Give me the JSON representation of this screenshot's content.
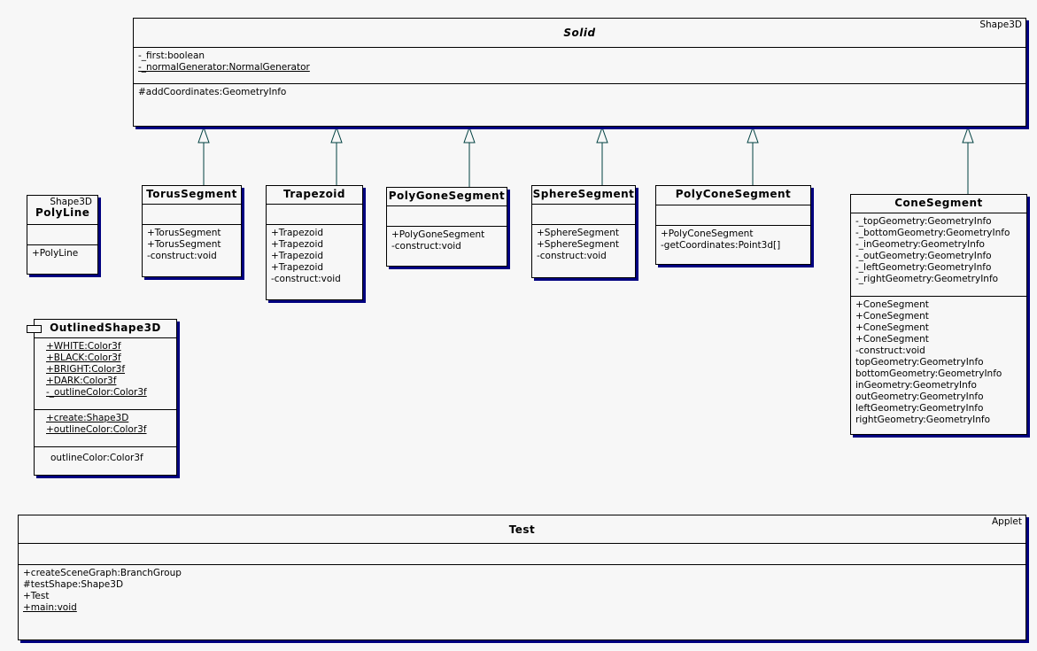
{
  "classes": [
    {
      "id": "solid",
      "name": "Solid",
      "italic": true,
      "stereotype": "Shape3D",
      "attributes": [
        {
          "text": "-_first:boolean",
          "static": false
        },
        {
          "text": "-_normalGenerator:NormalGenerator",
          "static": true
        }
      ],
      "operations": [
        {
          "text": "#addCoordinates:GeometryInfo",
          "static": false
        }
      ]
    },
    {
      "id": "torus-segment",
      "name": "TorusSegment",
      "attributes": [],
      "operations": [
        {
          "text": "+TorusSegment"
        },
        {
          "text": "+TorusSegment"
        },
        {
          "text": "-construct:void"
        }
      ]
    },
    {
      "id": "trapezoid",
      "name": "Trapezoid",
      "attributes": [],
      "operations": [
        {
          "text": "+Trapezoid"
        },
        {
          "text": "+Trapezoid"
        },
        {
          "text": "+Trapezoid"
        },
        {
          "text": "+Trapezoid"
        },
        {
          "text": "-construct:void"
        }
      ]
    },
    {
      "id": "poly-gone-segment",
      "name": "PolyGoneSegment",
      "attributes": [],
      "operations": [
        {
          "text": "+PolyGoneSegment"
        },
        {
          "text": "-construct:void"
        }
      ]
    },
    {
      "id": "sphere-segment",
      "name": "SphereSegment",
      "attributes": [],
      "operations": [
        {
          "text": "+SphereSegment"
        },
        {
          "text": "+SphereSegment"
        },
        {
          "text": "-construct:void"
        }
      ]
    },
    {
      "id": "poly-cone-segment",
      "name": "PolyConeSegment",
      "attributes": [],
      "operations": [
        {
          "text": "+PolyConeSegment"
        },
        {
          "text": "-getCoordinates:Point3d[]"
        }
      ]
    },
    {
      "id": "cone-segment",
      "name": "ConeSegment",
      "attributes": [
        {
          "text": "-_topGeometry:GeometryInfo"
        },
        {
          "text": "-_bottomGeometry:GeometryInfo"
        },
        {
          "text": "-_inGeometry:GeometryInfo"
        },
        {
          "text": "-_outGeometry:GeometryInfo"
        },
        {
          "text": "-_leftGeometry:GeometryInfo"
        },
        {
          "text": "-_rightGeometry:GeometryInfo"
        }
      ],
      "operations": [
        {
          "text": "+ConeSegment"
        },
        {
          "text": "+ConeSegment"
        },
        {
          "text": "+ConeSegment"
        },
        {
          "text": "+ConeSegment"
        },
        {
          "text": "-construct:void"
        },
        {
          "text": "topGeometry:GeometryInfo"
        },
        {
          "text": "bottomGeometry:GeometryInfo"
        },
        {
          "text": "inGeometry:GeometryInfo"
        },
        {
          "text": "outGeometry:GeometryInfo"
        },
        {
          "text": "leftGeometry:GeometryInfo"
        },
        {
          "text": "rightGeometry:GeometryInfo"
        }
      ]
    },
    {
      "id": "poly-line",
      "name": "PolyLine",
      "stereotype": "Shape3D",
      "attributes": [],
      "operations": [
        {
          "text": "+PolyLine"
        }
      ]
    },
    {
      "id": "outlined-shape3d",
      "name": "OutlinedShape3D",
      "interface": true,
      "attributes": [
        {
          "text": "+WHITE:Color3f",
          "static": true
        },
        {
          "text": "+BLACK:Color3f",
          "static": true
        },
        {
          "text": "+BRIGHT:Color3f",
          "static": true
        },
        {
          "text": "+DARK:Color3f",
          "static": true
        },
        {
          "text": "-_outlineColor:Color3f",
          "static": true
        }
      ],
      "operations": [
        {
          "text": "+create:Shape3D",
          "static": true
        },
        {
          "text": "+outlineColor:Color3f",
          "static": true
        }
      ],
      "properties": [
        {
          "text": "outlineColor:Color3f"
        }
      ]
    },
    {
      "id": "test",
      "name": "Test",
      "stereotype": "Applet",
      "attributes": [],
      "operations": [
        {
          "text": "+createSceneGraph:BranchGroup"
        },
        {
          "text": "#testShape:Shape3D"
        },
        {
          "text": "+Test"
        },
        {
          "text": "+main:void",
          "static": true
        }
      ]
    }
  ],
  "generalizations": [
    {
      "child": "torus-segment",
      "parent": "solid"
    },
    {
      "child": "trapezoid",
      "parent": "solid"
    },
    {
      "child": "poly-gone-segment",
      "parent": "solid"
    },
    {
      "child": "sphere-segment",
      "parent": "solid"
    },
    {
      "child": "poly-cone-segment",
      "parent": "solid"
    },
    {
      "child": "cone-segment",
      "parent": "solid"
    }
  ],
  "colors": {
    "border": "#000000",
    "shadow": "#000080",
    "arrow": "#004040",
    "background": "#f7f7f7"
  }
}
